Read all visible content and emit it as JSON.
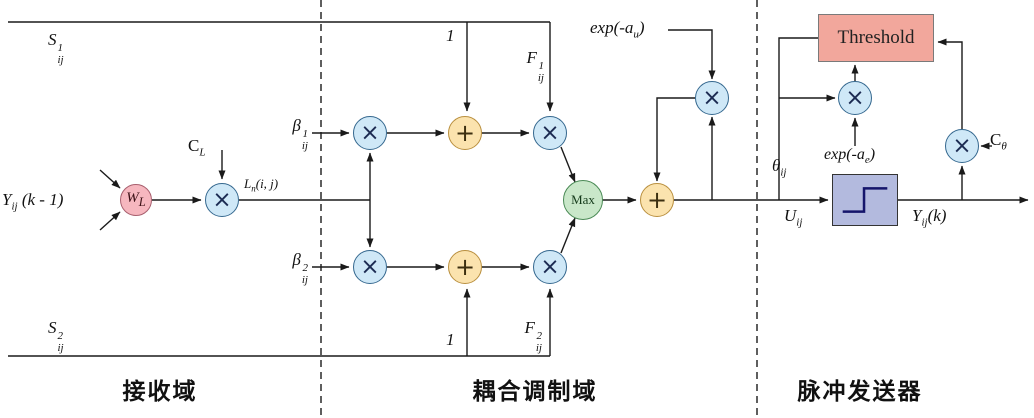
{
  "regions": {
    "receiving": "接收域",
    "coupling": "耦合调制域",
    "pulse_generator": "脉冲发送器"
  },
  "symbols": {
    "multiply": "×",
    "add": "+",
    "max": "Max"
  },
  "labels": {
    "s1": {
      "base": "S",
      "sup": "1",
      "sub": "ij"
    },
    "s2": {
      "base": "S",
      "sup": "2",
      "sub": "ij"
    },
    "y_prev": {
      "base": "Y",
      "sub": "ij",
      "rest": " (k - 1)"
    },
    "w": {
      "base": "W",
      "sub": "L"
    },
    "c_l": {
      "base": "C",
      "sub": "L"
    },
    "l_n": {
      "base": "L",
      "sub": "n",
      "rest": "(i, j)"
    },
    "beta1": {
      "base": "β",
      "sup": "1",
      "sub": "ij"
    },
    "beta2": {
      "base": "β",
      "sup": "2",
      "sub": "ij"
    },
    "one_top": "1",
    "one_bottom": "1",
    "f1": {
      "base": "F",
      "sup": "1",
      "sub": "ij"
    },
    "f2": {
      "base": "F",
      "sup": "2",
      "sub": "ij"
    },
    "exp_au": {
      "pre": "exp(-a",
      "sub": "u",
      "post": ")"
    },
    "exp_ae": {
      "pre": "exp(-a",
      "sub": "e",
      "post": ")"
    },
    "u": {
      "base": "U",
      "sub": "ij"
    },
    "theta": {
      "base": "θ",
      "sub": "ij"
    },
    "y_out": {
      "base": "Y",
      "sub": "ij",
      "rest": "(k)"
    },
    "threshold": "Threshold",
    "c_theta": {
      "base": "C",
      "sub": "θ"
    }
  },
  "colors": {
    "multiply_fill": "#cfe8f7",
    "multiply_border": "#35688f",
    "add_fill": "#fbe3ae",
    "add_border": "#b98f3e",
    "max_fill": "#c9e7c9",
    "w_fill": "#f6b7bf",
    "threshold_fill": "#f2a79c",
    "step_fill": "#b3bade",
    "wire": "#1a1a1a"
  }
}
